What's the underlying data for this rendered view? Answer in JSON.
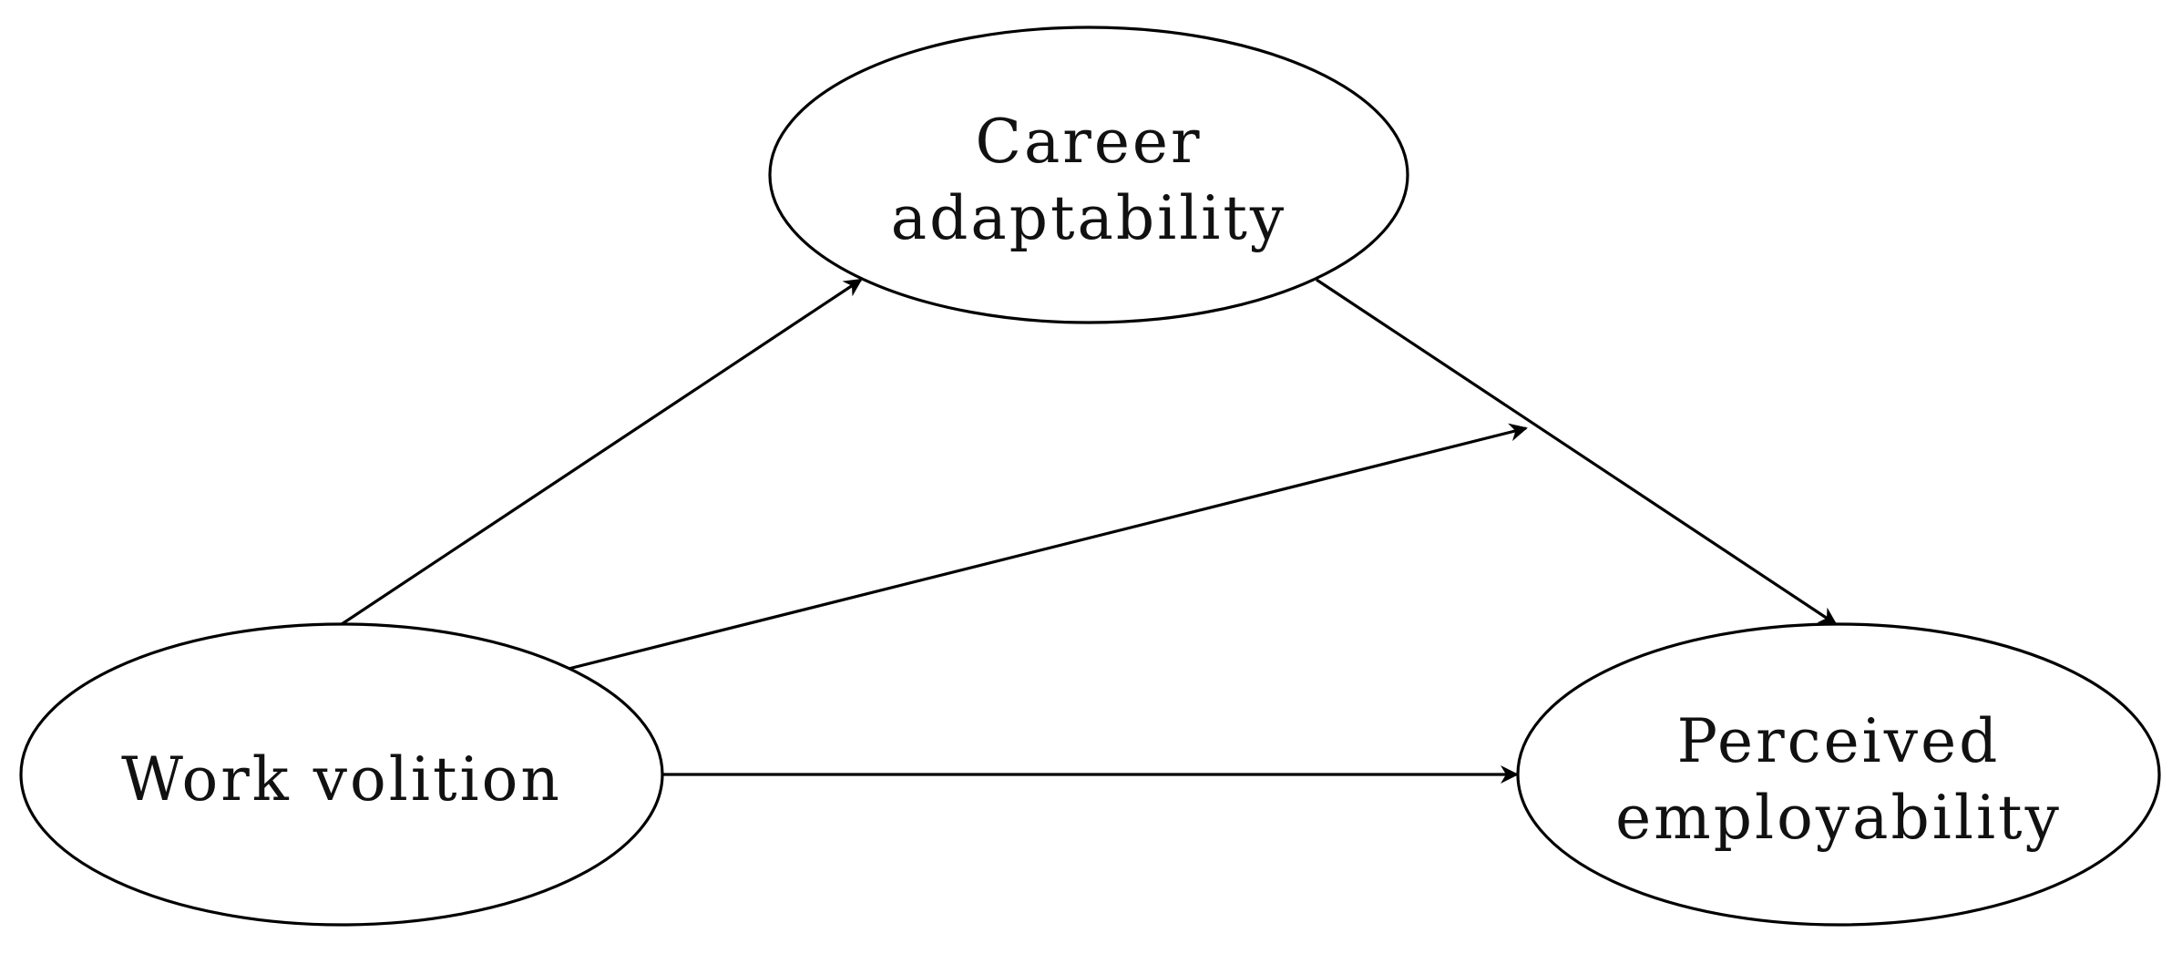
{
  "diagram": {
    "nodes": {
      "career_adaptability": {
        "line1": "Career",
        "line2": "adaptability"
      },
      "work_volition": {
        "line1": "Work volition"
      },
      "perceived_employability": {
        "line1": "Perceived",
        "line2": "employability"
      }
    },
    "edges": [
      {
        "from": "work_volition",
        "to": "career_adaptability"
      },
      {
        "from": "career_adaptability",
        "to": "perceived_employability"
      },
      {
        "from": "work_volition",
        "to": "perceived_employability"
      },
      {
        "from": "work_volition",
        "to": "career_adaptability→perceived_employability path"
      }
    ],
    "colors": {
      "stroke": "#000000",
      "background": "#ffffff"
    }
  }
}
